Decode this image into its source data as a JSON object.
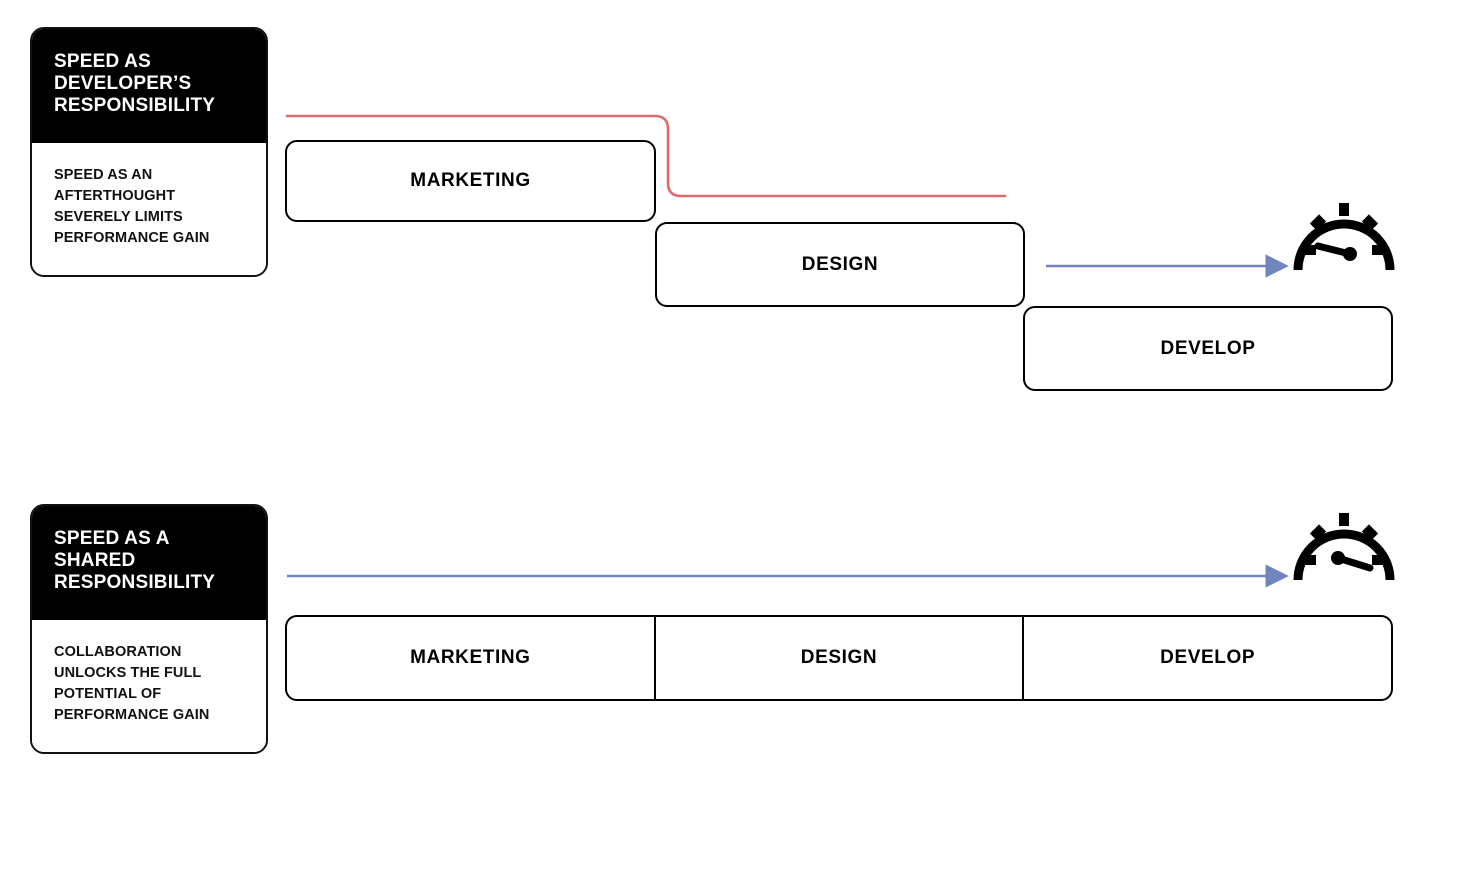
{
  "diagram": {
    "title_implicit": "Speed responsibility comparison",
    "colors": {
      "red_path": "#dd6b6b",
      "blue_arrow": "#7186bf",
      "box_stroke": "#000000",
      "card_header_bg": "#000000",
      "card_header_text": "#ffffff",
      "background": "#ffffff"
    }
  },
  "rows": [
    {
      "id": "row-developer-responsibility",
      "card": {
        "heading": "SPEED AS DEVELOPER’S RESPONSIBILITY",
        "body": "SPEED AS AN AFTERTHOUGHT SEVERELY LIMITS PERFORMANCE GAIN"
      },
      "stages": [
        {
          "label": "MARKETING"
        },
        {
          "label": "DESIGN"
        },
        {
          "label": "DEVELOP"
        }
      ],
      "gauge": {
        "name": "speedometer-low",
        "needle": "low"
      },
      "connector": {
        "kind": "red-step-path",
        "color": "#dd6b6b"
      },
      "arrow": {
        "kind": "blue-arrow-short",
        "color": "#7186bf"
      }
    },
    {
      "id": "row-shared-responsibility",
      "card": {
        "heading": "SPEED AS A SHARED RESPONSIBILITY",
        "body": "COLLABORATION UNLOCKS THE FULL POTENTIAL OF PERFORMANCE GAIN"
      },
      "stages": [
        {
          "label": "MARKETING"
        },
        {
          "label": "DESIGN"
        },
        {
          "label": "DEVELOP"
        }
      ],
      "gauge": {
        "name": "speedometer-high",
        "needle": "high"
      },
      "arrow": {
        "kind": "blue-arrow-long",
        "color": "#7186bf"
      }
    }
  ]
}
